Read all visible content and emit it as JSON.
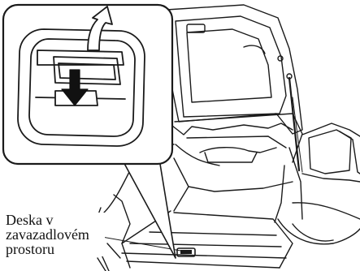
{
  "callout": {
    "line1": "Deska v",
    "line2": "zavazadlovém",
    "line3": "prostoru"
  },
  "colors": {
    "line": "#1a1a1a",
    "arrow_fill": "#ffffff",
    "arrow_dark": "#111111"
  }
}
